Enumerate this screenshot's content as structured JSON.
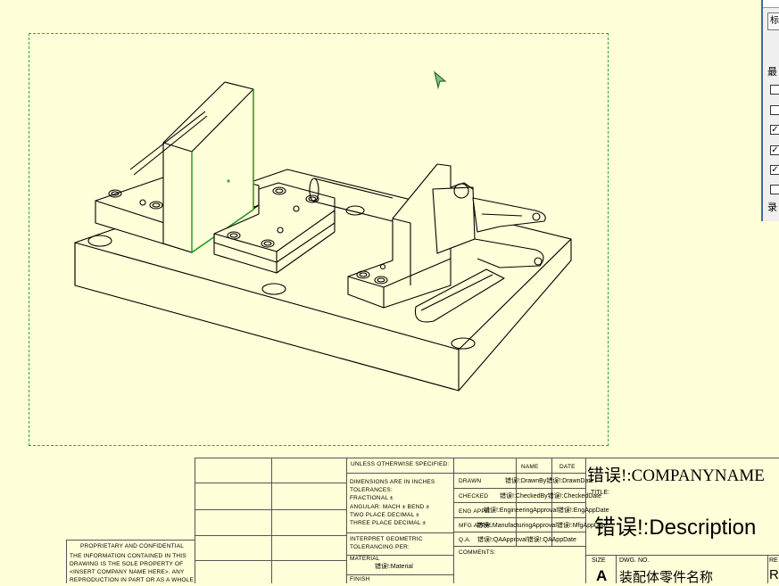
{
  "side_panel": {
    "button_fragment": "标",
    "label_top": "最",
    "label_bottom": "录",
    "checkboxes": [
      false,
      false,
      true,
      true,
      true,
      false
    ]
  },
  "title_block": {
    "unless_specified": "UNLESS OTHERWISE SPECIFIED:",
    "name_header": "NAME",
    "date_header": "DATE",
    "dimensions": "DIMENSIONS ARE IN INCHES",
    "tolerances": "TOLERANCES:",
    "fractional": "FRACTIONAL ±",
    "angular": "ANGULAR: MACH ±     BEND ±",
    "two_place": "TWO PLACE DECIMAL    ±",
    "three_place": "THREE PLACE DECIMAL   ±",
    "interpret": "INTERPRET GEOMETRIC",
    "tolerancing": "TOLERANCING PER:",
    "material_label": "MATERIAL",
    "material_value": "错误!:Material",
    "finish_label": "FINISH",
    "drawn_label": "DRAWN",
    "drawn_value": "错误!:DrawnBy错误!:DrawnDate",
    "checked_label": "CHECKED",
    "checked_value": "错误!:CheckedBy错误!:CheckedDate",
    "eng_appr_label": "ENG APPR.",
    "eng_appr_value": "错误!:EngineeringApproval错误!:EngAppDate",
    "mfg_appr_label": "MFG APPR.",
    "mfg_appr_value": "错误!:ManufacturingApproval错误!:MfgAppDate",
    "qa_label": "Q.A.",
    "qa_value": "错误!:QAApproval错误!:QAAppDate",
    "comments_label": "COMMENTS:",
    "company_name": "错误!:COMPANYNAME",
    "title_label": "TITLE:",
    "description": "错误!:Description",
    "size_label": "SIZE",
    "size_value": "A",
    "dwg_no_label": "DWG.  NO.",
    "dwg_no_value": "装配体零件名称",
    "rev_label": "RE",
    "rev_value": "R",
    "proprietary_title": "PROPRIETARY AND CONFIDENTIAL",
    "proprietary_1": "THE INFORMATION CONTAINED IN THIS",
    "proprietary_2": "DRAWING IS THE SOLE PROPERTY OF",
    "proprietary_3": "<INSERT COMPANY NAME HERE>. ANY",
    "proprietary_4": "REPRODUCTION IN PART OR AS A WHOLE"
  }
}
